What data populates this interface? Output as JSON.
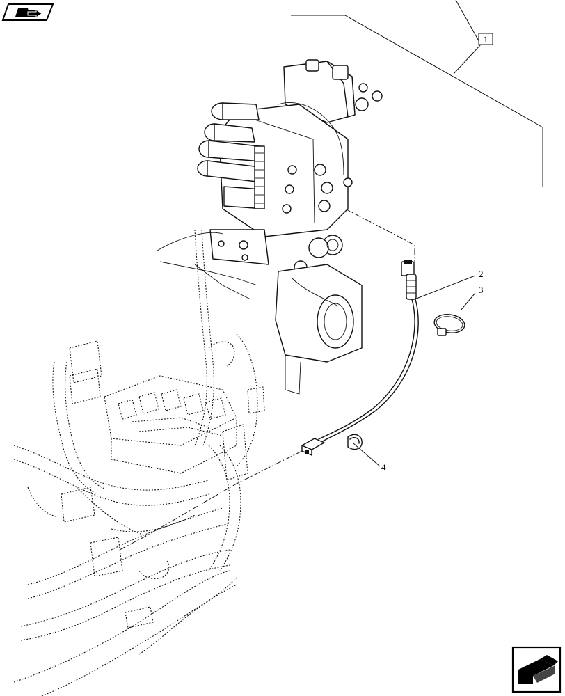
{
  "diagram": {
    "callouts": [
      {
        "id": "c1",
        "label": "1",
        "boxed": true
      },
      {
        "id": "c2",
        "label": "2",
        "boxed": false
      },
      {
        "id": "c3",
        "label": "3",
        "boxed": false
      },
      {
        "id": "c4",
        "label": "4",
        "boxed": false
      }
    ]
  },
  "icons": {
    "top_left": "folder-arrow-icon",
    "bottom_right": "next-page-arrow-icon"
  }
}
